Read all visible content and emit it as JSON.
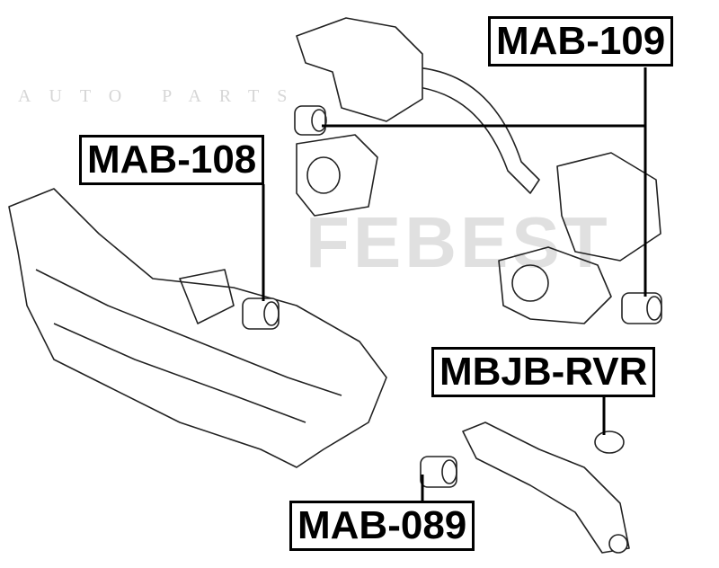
{
  "watermark": {
    "brand": "FEBEST",
    "tagline": "AUTO PARTS"
  },
  "labels": {
    "mab109": "MAB-109",
    "mab108": "MAB-108",
    "mbjb_rvr": "MBJB-RVR",
    "mab089": "MAB-089"
  }
}
